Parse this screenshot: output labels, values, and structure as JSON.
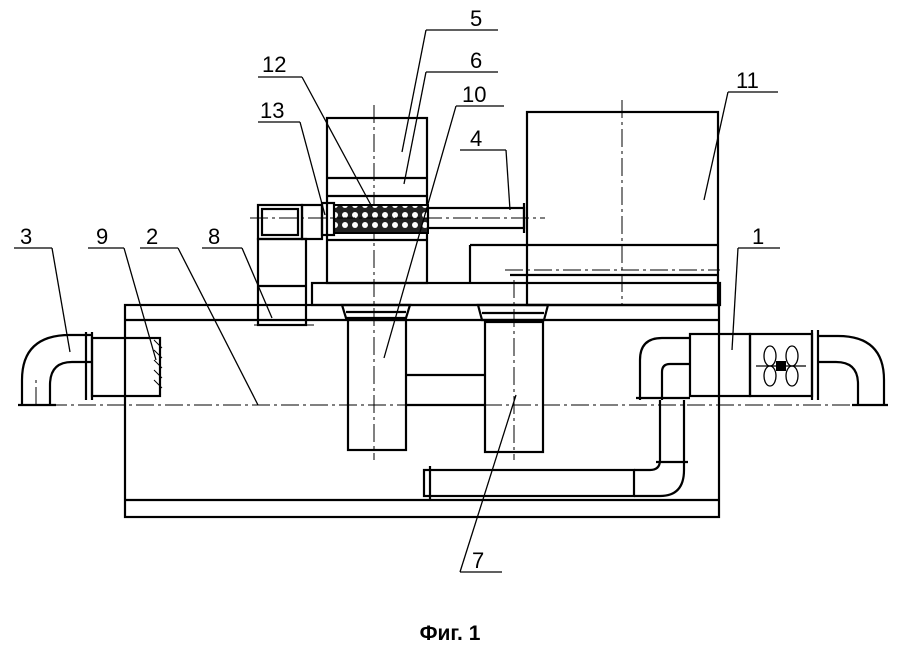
{
  "figure": {
    "caption": "Фиг. 1",
    "labels": {
      "l1": "1",
      "l2": "2",
      "l3": "3",
      "l4": "4",
      "l5": "5",
      "l6": "6",
      "l7": "7",
      "l8": "8",
      "l9": "9",
      "l10": "10",
      "l11": "11",
      "l12": "12",
      "l13": "13"
    }
  }
}
